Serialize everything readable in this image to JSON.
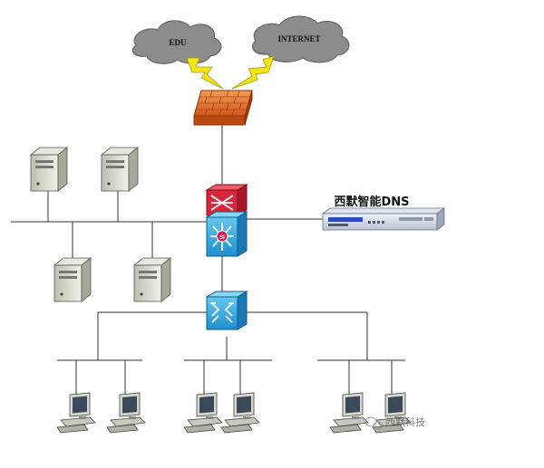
{
  "clouds": [
    {
      "label": "EDU"
    },
    {
      "label": "INTERNET"
    }
  ],
  "dns_device": {
    "label": "西默智能DNS"
  },
  "watermark": {
    "label": "西默科技"
  }
}
